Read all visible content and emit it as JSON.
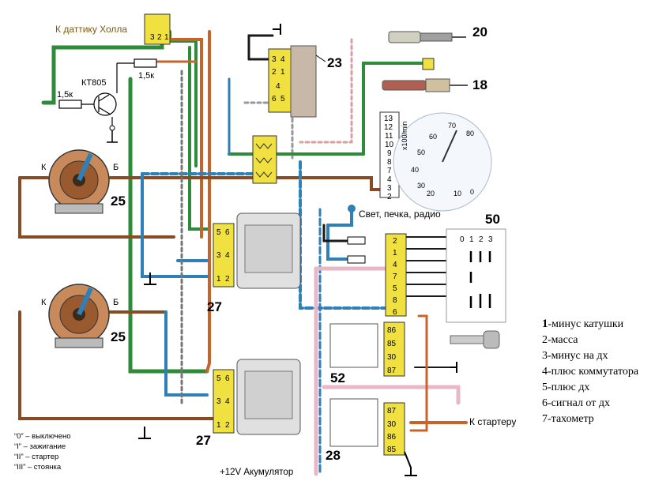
{
  "labels": {
    "hall_sensor": "К даттику Холла",
    "transistor": "КТ805",
    "resistor_left": "1,5к",
    "resistor_right": "1,5к",
    "coil_k": "К",
    "coil_b": "Б",
    "coil_k2": "К",
    "coil_b2": "Б",
    "light_stove_radio": "Свет, печка, радио",
    "battery": "+12V Акумулятор",
    "to_starter": "К стартеру",
    "tacho_unit": "x100/min"
  },
  "component_numbers": {
    "n20": "20",
    "n18": "18",
    "n23": "23",
    "n25_top": "25",
    "n25_bottom": "25",
    "n27_top": "27",
    "n27_bottom": "27",
    "n50": "50",
    "n52": "52",
    "n28": "28"
  },
  "legend": {
    "item1_num": "1",
    "item1_text": "-минус катушки",
    "item2": "2-масса",
    "item3": "3-минус на дх",
    "item4": "4-плюс коммутатора",
    "item5": "5-плюс дх",
    "item6": "6-сигнал от дх",
    "item7": "7-тахометр"
  },
  "ignition_modes": {
    "m0": "“0”  – выключено",
    "m1": "“I”   – зажигание",
    "m2": "“II”  – стартер",
    "m3": "“III” – стоянка"
  },
  "hall_pins": [
    "3",
    "2",
    "1"
  ],
  "connector23_pins": [
    "3",
    "4",
    "2",
    "1",
    "6",
    "5",
    "4"
  ],
  "tachometer": {
    "scale": [
      "0",
      "10",
      "20",
      "30",
      "40",
      "50",
      "60",
      "70",
      "80"
    ],
    "pins": [
      "13",
      "12",
      "11",
      "10",
      "9",
      "8",
      "7",
      "4",
      "3",
      "2"
    ]
  },
  "switch50": {
    "positions": [
      "0",
      "1",
      "2",
      "3"
    ],
    "pins": [
      "2",
      "1",
      "4",
      "7",
      "5",
      "8",
      "6"
    ]
  },
  "module27_pins": [
    "6",
    "5",
    "4",
    "3",
    "2",
    "1"
  ],
  "relay52_pins": [
    "86",
    "85",
    "30",
    "87"
  ],
  "relay28_pins": [
    "87",
    "30",
    "86",
    "85"
  ],
  "colors": {
    "green": "#2e8b3a",
    "orange": "#c8642a",
    "blue": "#2f7fb8",
    "brown": "#8a4a22",
    "pink": "#e8b8c8",
    "black": "#1a1a1a",
    "connector_yellow": "#f0e040",
    "coil_brown": "#b07040"
  }
}
